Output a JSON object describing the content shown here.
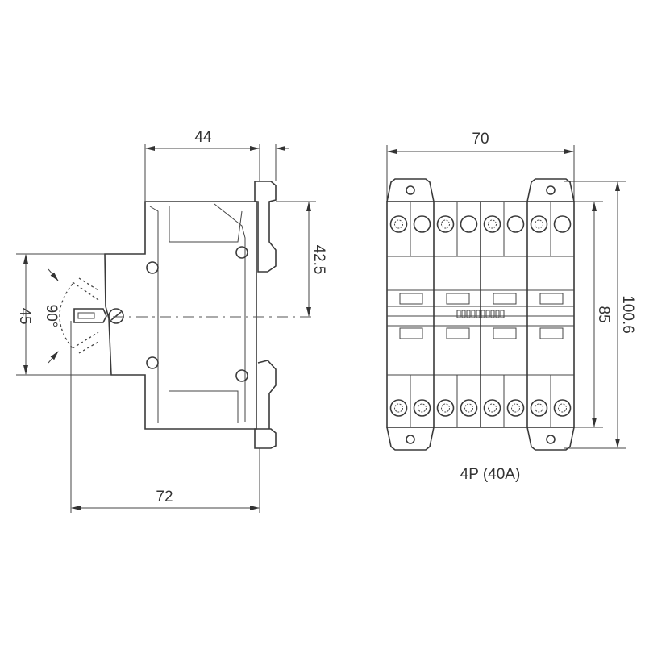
{
  "side_view": {
    "dim_depth": "44",
    "dim_total_depth": "72",
    "dim_front_height": "45",
    "dim_rail_offset": "42.5",
    "handle_angle": "90°"
  },
  "front_view": {
    "dim_width": "70",
    "dim_body_height": "85",
    "dim_total_height": "100.6",
    "caption": "4P (40A)",
    "poles": 4
  }
}
